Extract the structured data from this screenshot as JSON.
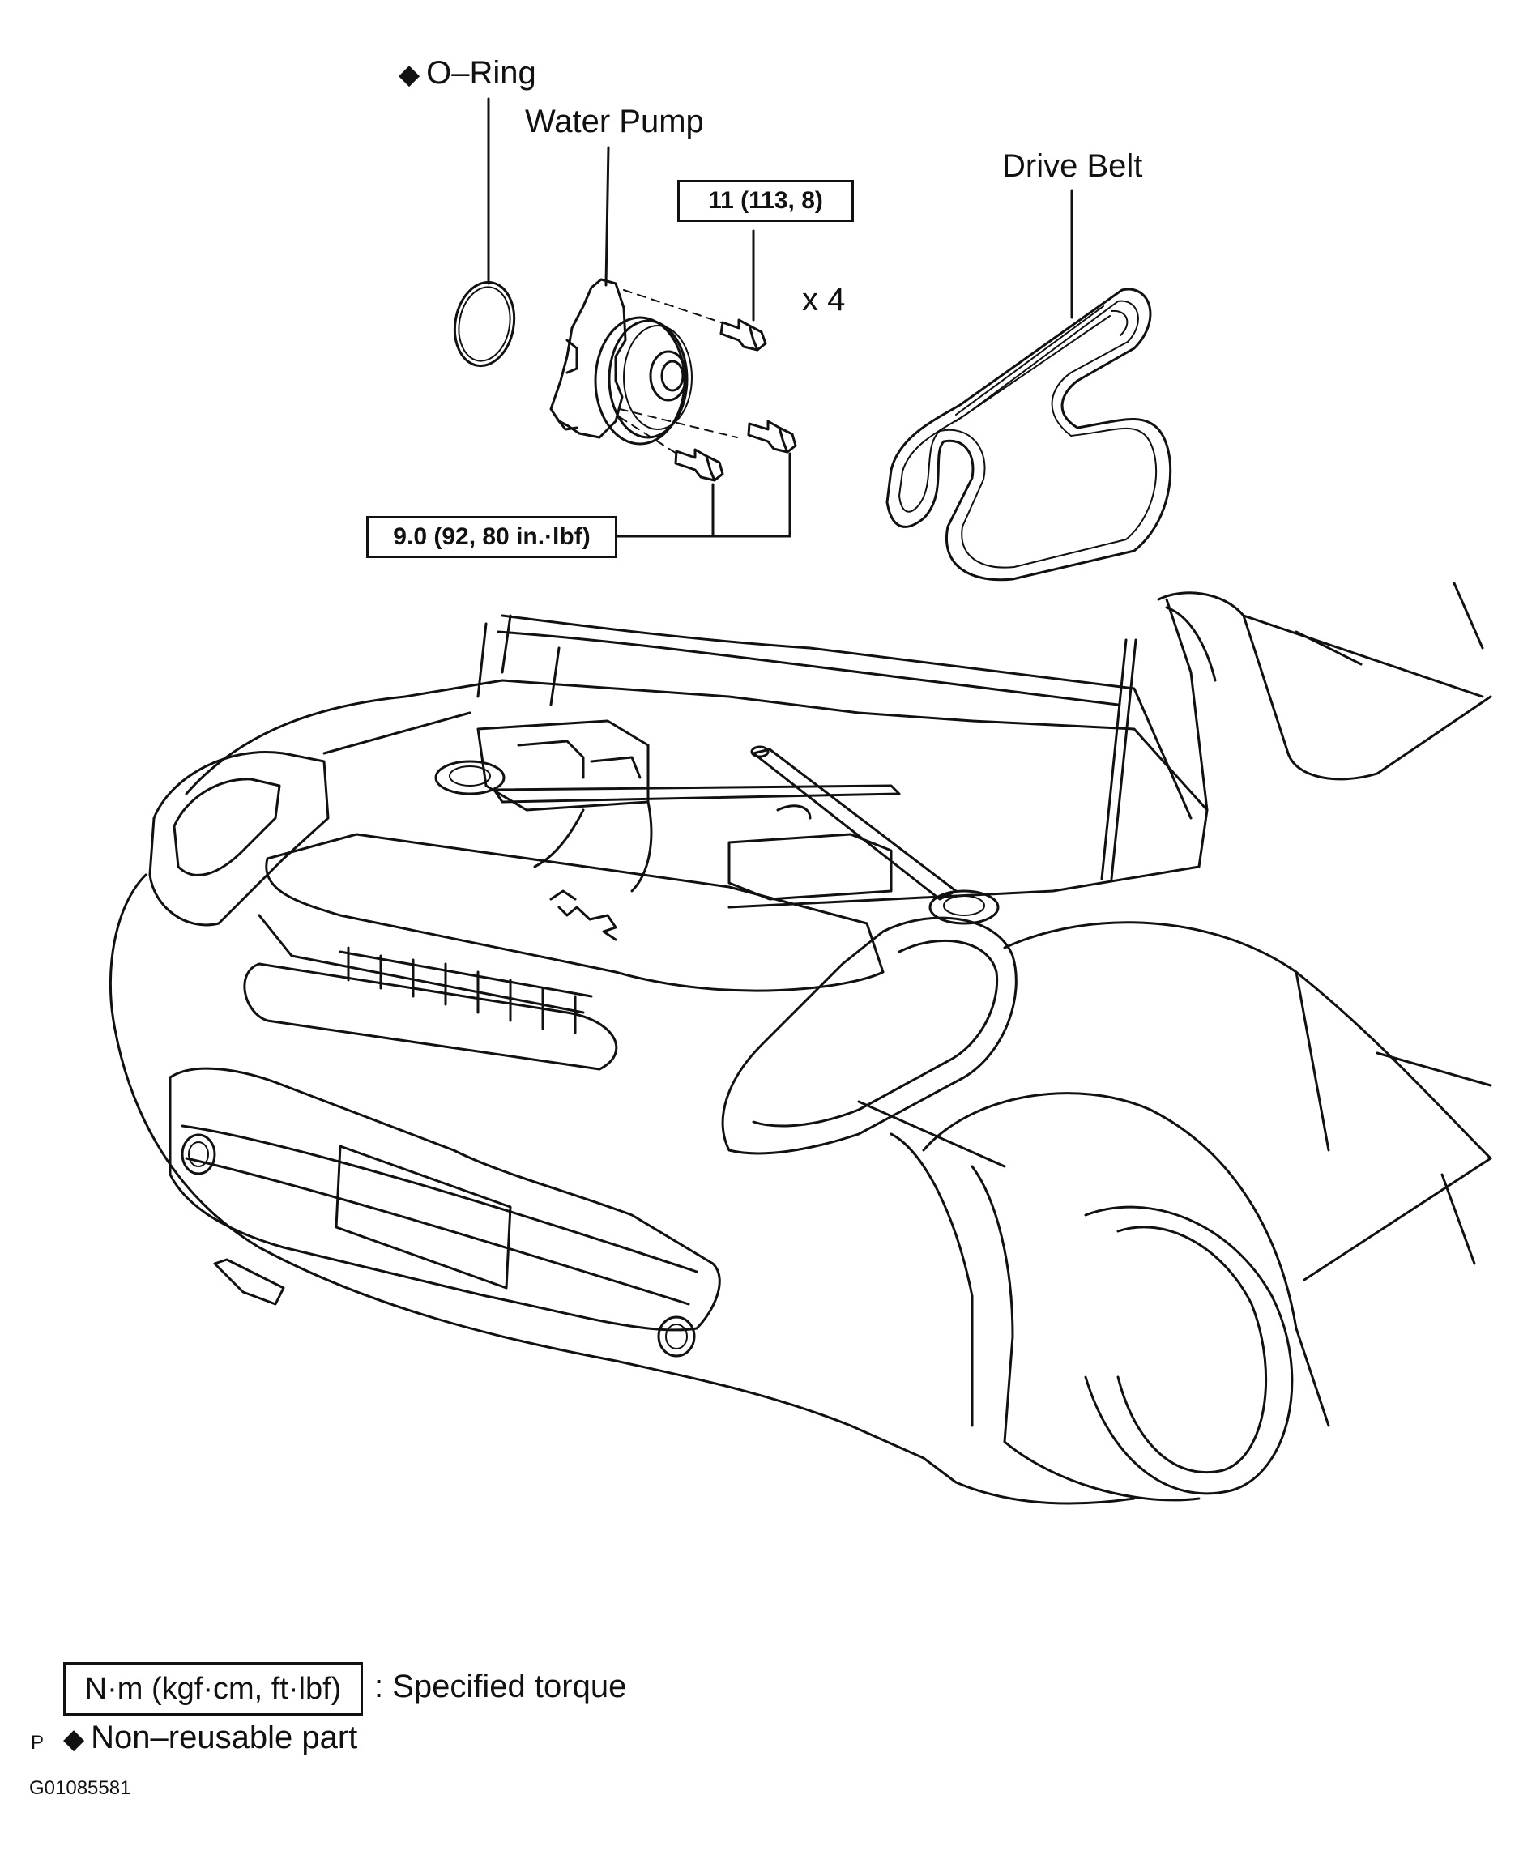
{
  "labels": {
    "o_ring": "O–Ring",
    "water_pump": "Water Pump",
    "drive_belt": "Drive Belt",
    "qty": "x 4",
    "torque_upper": "11 (113, 8)",
    "torque_lower": "9.0 (92, 80 in.·lbf)"
  },
  "legend": {
    "torque_units": "N·m (kgf·cm, ft·lbf)",
    "torque_desc": ": Specified torque",
    "non_reusable": "Non–reusable part",
    "diamond_symbol": "◆"
  },
  "footer": {
    "mark": "P",
    "figure_id": "G01085581"
  },
  "colors": {
    "line": "#111111",
    "background": "#ffffff"
  }
}
